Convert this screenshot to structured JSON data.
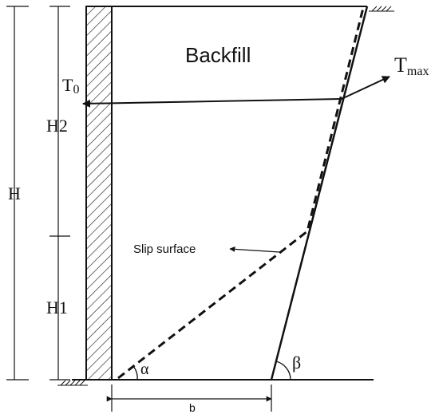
{
  "labels": {
    "backfill": "Backfill",
    "t0": "T",
    "t0_sub": "0",
    "tmax": "T",
    "tmax_sub": "max",
    "h": "H",
    "h1": "H1",
    "h2": "H2",
    "slip_surface": "Slip surface",
    "alpha": "α",
    "beta": "β",
    "b": "b"
  }
}
